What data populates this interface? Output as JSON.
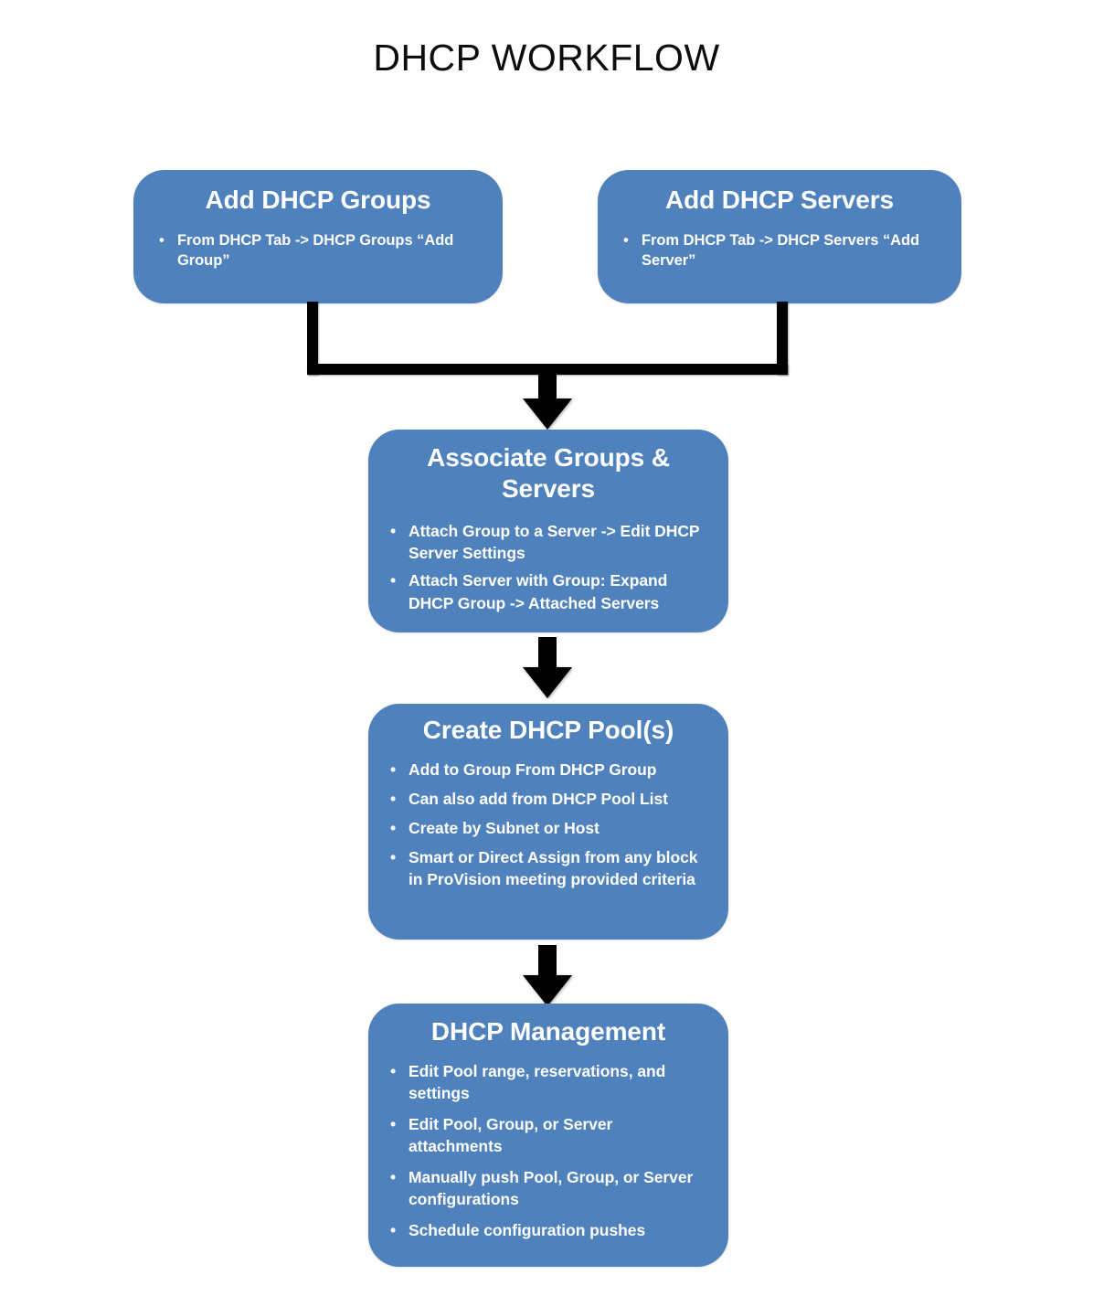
{
  "title": "DHCP WORKFLOW",
  "theme": {
    "node_fill": "#4f81bd",
    "node_text": "#ffffff",
    "connector": "#000000",
    "background": "#ffffff",
    "title_color": "#0d0d0d"
  },
  "diagram": {
    "type": "flowchart",
    "orientation": "top-to-bottom",
    "nodes": [
      {
        "id": "add-dhcp-groups",
        "title": "Add DHCP Groups",
        "bullets": [
          "From  DHCP Tab -> DHCP Groups “Add Group”"
        ]
      },
      {
        "id": "add-dhcp-servers",
        "title": "Add DHCP Servers",
        "bullets": [
          "From  DHCP Tab -> DHCP Servers “Add Server”"
        ]
      },
      {
        "id": "associate-groups-servers",
        "title": "Associate Groups & Servers",
        "bullets": [
          "Attach Group to a Server -> Edit DHCP Server Settings",
          "Attach Server with Group: Expand DHCP Group -> Attached Servers"
        ]
      },
      {
        "id": "create-dhcp-pools",
        "title": "Create DHCP Pool(s)",
        "bullets": [
          "Add to Group From DHCP Group",
          "Can also add from DHCP Pool List",
          "Create by Subnet or Host",
          "Smart or Direct Assign from any block in ProVision meeting provided criteria"
        ]
      },
      {
        "id": "dhcp-management",
        "title": "DHCP Management",
        "bullets": [
          "Edit Pool range, reservations, and settings",
          "Edit Pool, Group, or Server attachments",
          "Manually push Pool, Group, or Server configurations",
          "Schedule configuration pushes"
        ]
      }
    ],
    "edges": [
      {
        "from": "add-dhcp-groups",
        "to": "associate-groups-servers",
        "style": "merge-bracket-arrow"
      },
      {
        "from": "add-dhcp-servers",
        "to": "associate-groups-servers",
        "style": "merge-bracket-arrow"
      },
      {
        "from": "associate-groups-servers",
        "to": "create-dhcp-pools",
        "style": "straight-arrow"
      },
      {
        "from": "create-dhcp-pools",
        "to": "dhcp-management",
        "style": "straight-arrow"
      }
    ]
  },
  "bullet_glyph": "•"
}
